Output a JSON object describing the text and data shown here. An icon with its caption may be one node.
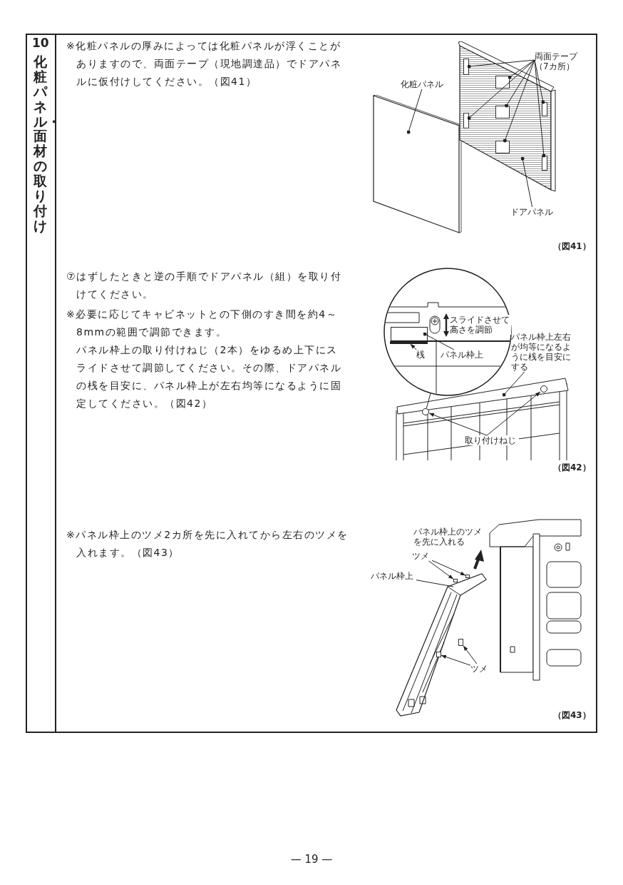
{
  "diagram": {
    "nodes": [
      {
        "text": [
          "化粧パネル"
        ]
      },
      {
        "text": [],
        "shape": "picture"
      },
      {
        "text": [
          "両面テープ（7カ所）"
        ]
      },
      {
        "text": [],
        "shape": "picture"
      },
      {
        "text": [],
        "shape": "box",
        "in": 3
      },
      {
        "text": [],
        "shape": "box",
        "in": 3
      },
      {
        "text": [],
        "shape": "box",
        "in": 3
      },
      {
        "text": [],
        "shape": "box",
        "in": 3
      },
      {
        "text": [],
        "shape": "box",
        "in": 3
      },
      {
        "text": [],
        "shape": "box",
        "in": 3
      },
      {
        "text": [],
        "shape": "box",
        "in": 3
      },
      {
        "text": [
          "ドアパネル"
        ]
      },
      {
        "text": [],
        "shape": "picture"
      },
      {
        "text": [
          "スライドさせて高さを調節"
        ],
        "in": 12
      },
      {
        "text": [
          "桟"
        ],
        "in": 12
      },
      {
        "text": [],
        "shape": "bar",
        "in": 12
      },
      {
        "text": [
          "パネル枠上"
        ],
        "in": 12
      },
      {
        "text": [],
        "shape": "bar",
        "in": 12
      },
      {
        "text": [],
        "shape": "picture"
      },
      {
        "text": [
          "パネル枠上左右が均等になるように桟を目安にする"
        ]
      },
      {
        "text": [],
        "shape": "bar",
        "in": 18
      },
      {
        "text": [],
        "shape": "circle",
        "in": 20
      },
      {
        "text": [],
        "shape": "circle",
        "in": 20
      },
      {
        "text": [
          "取り付けねじ"
        ],
        "in": 18
      },
      {
        "text": [],
        "shape": "picture"
      },
      {
        "text": [],
        "shape": "picture"
      },
      {
        "text": [
          "ツメ"
        ]
      },
      {
        "text": [],
        "shape": "box",
        "in": 25
      },
      {
        "text": [],
        "shape": "box",
        "in": 25
      },
      {
        "text": [
          "パネル枠上"
        ]
      },
      {
        "text": [],
        "shape": "bar",
        "in": 25
      },
      {
        "text": [
          "ツメ"
        ]
      },
      {
        "text": [],
        "shape": "box",
        "in": 25
      },
      {
        "text": [],
        "shape": "box",
        "in": 25
      }
    ],
    "edges": [
      {
        "from": 0,
        "to": 1,
        "arrow": "other"
      },
      {
        "from": 2,
        "to": 4,
        "arrow": "other"
      },
      {
        "from": 2,
        "to": 5,
        "arrow": "other"
      },
      {
        "from": 2,
        "to": 6,
        "arrow": "other"
      },
      {
        "from": 2,
        "to": 7,
        "arrow": "other"
      },
      {
        "from": 2,
        "to": 8,
        "arrow": "other"
      },
      {
        "from": 2,
        "to": 9,
        "arrow": "other"
      },
      {
        "from": 2,
        "to": 10,
        "arrow": "other"
      },
      {
        "from": 11,
        "to": 3,
        "arrow": "other"
      },
      {
        "from": 12,
        "to": 21,
        "arrow": "none"
      },
      {
        "from": 14,
        "to": 17,
        "arrow": "to"
      },
      {
        "from": 16,
        "to": 15,
        "arrow": "other"
      },
      {
        "from": 19,
        "to": 20,
        "arrow": "other"
      },
      {
        "from": 23,
        "to": 21,
        "arrow": "to"
      },
      {
        "from": 23,
        "to": 22,
        "arrow": "to"
      },
      {
        "from": 26,
        "to": 27,
        "arrow": "to"
      },
      {
        "from": 26,
        "to": 28,
        "arrow": "to"
      },
      {
        "from": 29,
        "to": 30,
        "arrow": "none"
      },
      {
        "from": 31,
        "to": 32,
        "arrow": "to"
      },
      {
        "from": 31,
        "to": 33,
        "arrow": "to"
      }
    ],
    "labels": [
      "10",
      "化粧パネル・面材の取り付け",
      "※化粧パネルの厚みによっては化粧パネルが浮くことがありますので、両面テープ（現地調達品）でドアパネルに仮付けしてください。（図41）",
      "（図41）",
      "⑦はずしたときと逆の手順でドアパネル（組）を取り付けてください。",
      "※必要に応じてキャビネットとの下側のすき間を約4～8mmの範囲で調節できます。",
      "パネル枠上の取り付けねじ（2本）をゆるめ上下にスライドさせて調節してください。その際、ドアパネルの桟を目安に、パネル枠上が左右均等になるように固定してください。（図42）",
      "（図42）",
      "※パネル枠上のツメ2カ所を先に入れてから左右のツメを入れます。（図43）",
      "パネル枠上のツメを先に入れる",
      "（図43）",
      "— 19 —"
    ]
  }
}
